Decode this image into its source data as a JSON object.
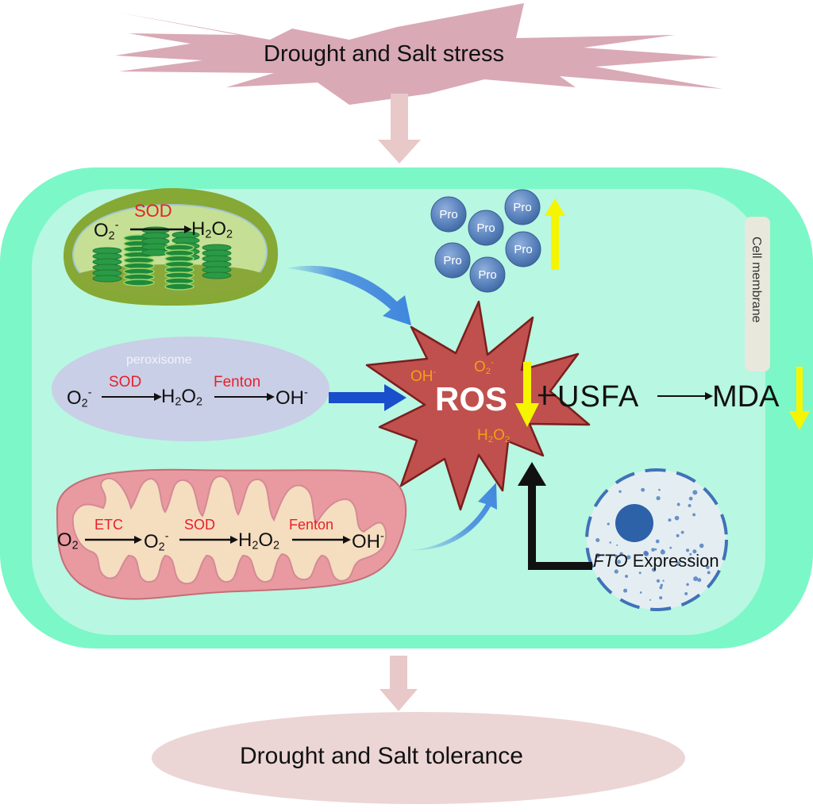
{
  "title": "Drought and salt stress ROS pathway diagram",
  "stress": {
    "label": "Drought and Salt stress"
  },
  "tolerance": {
    "label": "Drought and Salt tolerance"
  },
  "cell": {
    "membrane_label": "Cell membrane"
  },
  "chloroplast": {
    "enzyme": "SOD",
    "reactant": "O",
    "reactant_sub": "2",
    "reactant_sup": "-",
    "product": "H",
    "product_sub": "2",
    "product_o": "O",
    "product_sub2": "2"
  },
  "peroxisome": {
    "name": "peroxisome",
    "enzyme1": "SOD",
    "enzyme2": "Fenton",
    "s1": "O",
    "s1_sub": "2",
    "s1_sup": "-",
    "s2": "H",
    "s2_sub": "2",
    "s2_o": "O",
    "s2_sub2": "2",
    "s3": "OH",
    "s3_sup": "-"
  },
  "mitochondrion": {
    "enzyme1": "ETC",
    "enzyme2": "SOD",
    "enzyme3": "Fenton",
    "s1": "O",
    "s1_sub": "2",
    "s2": "O",
    "s2_sub": "2",
    "s2_sup": "-",
    "s3": "H",
    "s3_sub": "2",
    "s3_o": "O",
    "s3_sub2": "2",
    "s4": "OH",
    "s4_sup": "-"
  },
  "ros": {
    "label": "ROS",
    "species": [
      {
        "text": "OH",
        "sup": "-"
      },
      {
        "text": "O",
        "sub": "2",
        "sup": "-"
      },
      {
        "text": "H",
        "sub": "2",
        "o": "O",
        "sub2": "2"
      }
    ],
    "trend": "down"
  },
  "proline": {
    "label": "Pro",
    "count": 6,
    "trend": "up"
  },
  "pathway": {
    "usfa": "USFA",
    "mda": "MDA",
    "mda_trend": "down"
  },
  "nucleus": {
    "gene": "FTO",
    "label": "Expression"
  },
  "colors": {
    "cell_outer": "#7cf7c8",
    "cell_inner": "#b8f7e1",
    "stress_star": "#d9a9b6",
    "tolerance_ellipse": "#ecd5d5",
    "arrow_pink": "#e8c8c8",
    "ros_star": "#c0504d",
    "ros_border": "#7a1e1e",
    "enzyme_red": "#e8202a",
    "species_orange": "#f0a018",
    "trend_yellow": "#f5f500",
    "arrow_blue": "#4a8ee0",
    "arrow_darkblue": "#1a4fcc",
    "proline_blue": "#4f79b5",
    "nucleus_blue": "#2d62a8"
  }
}
